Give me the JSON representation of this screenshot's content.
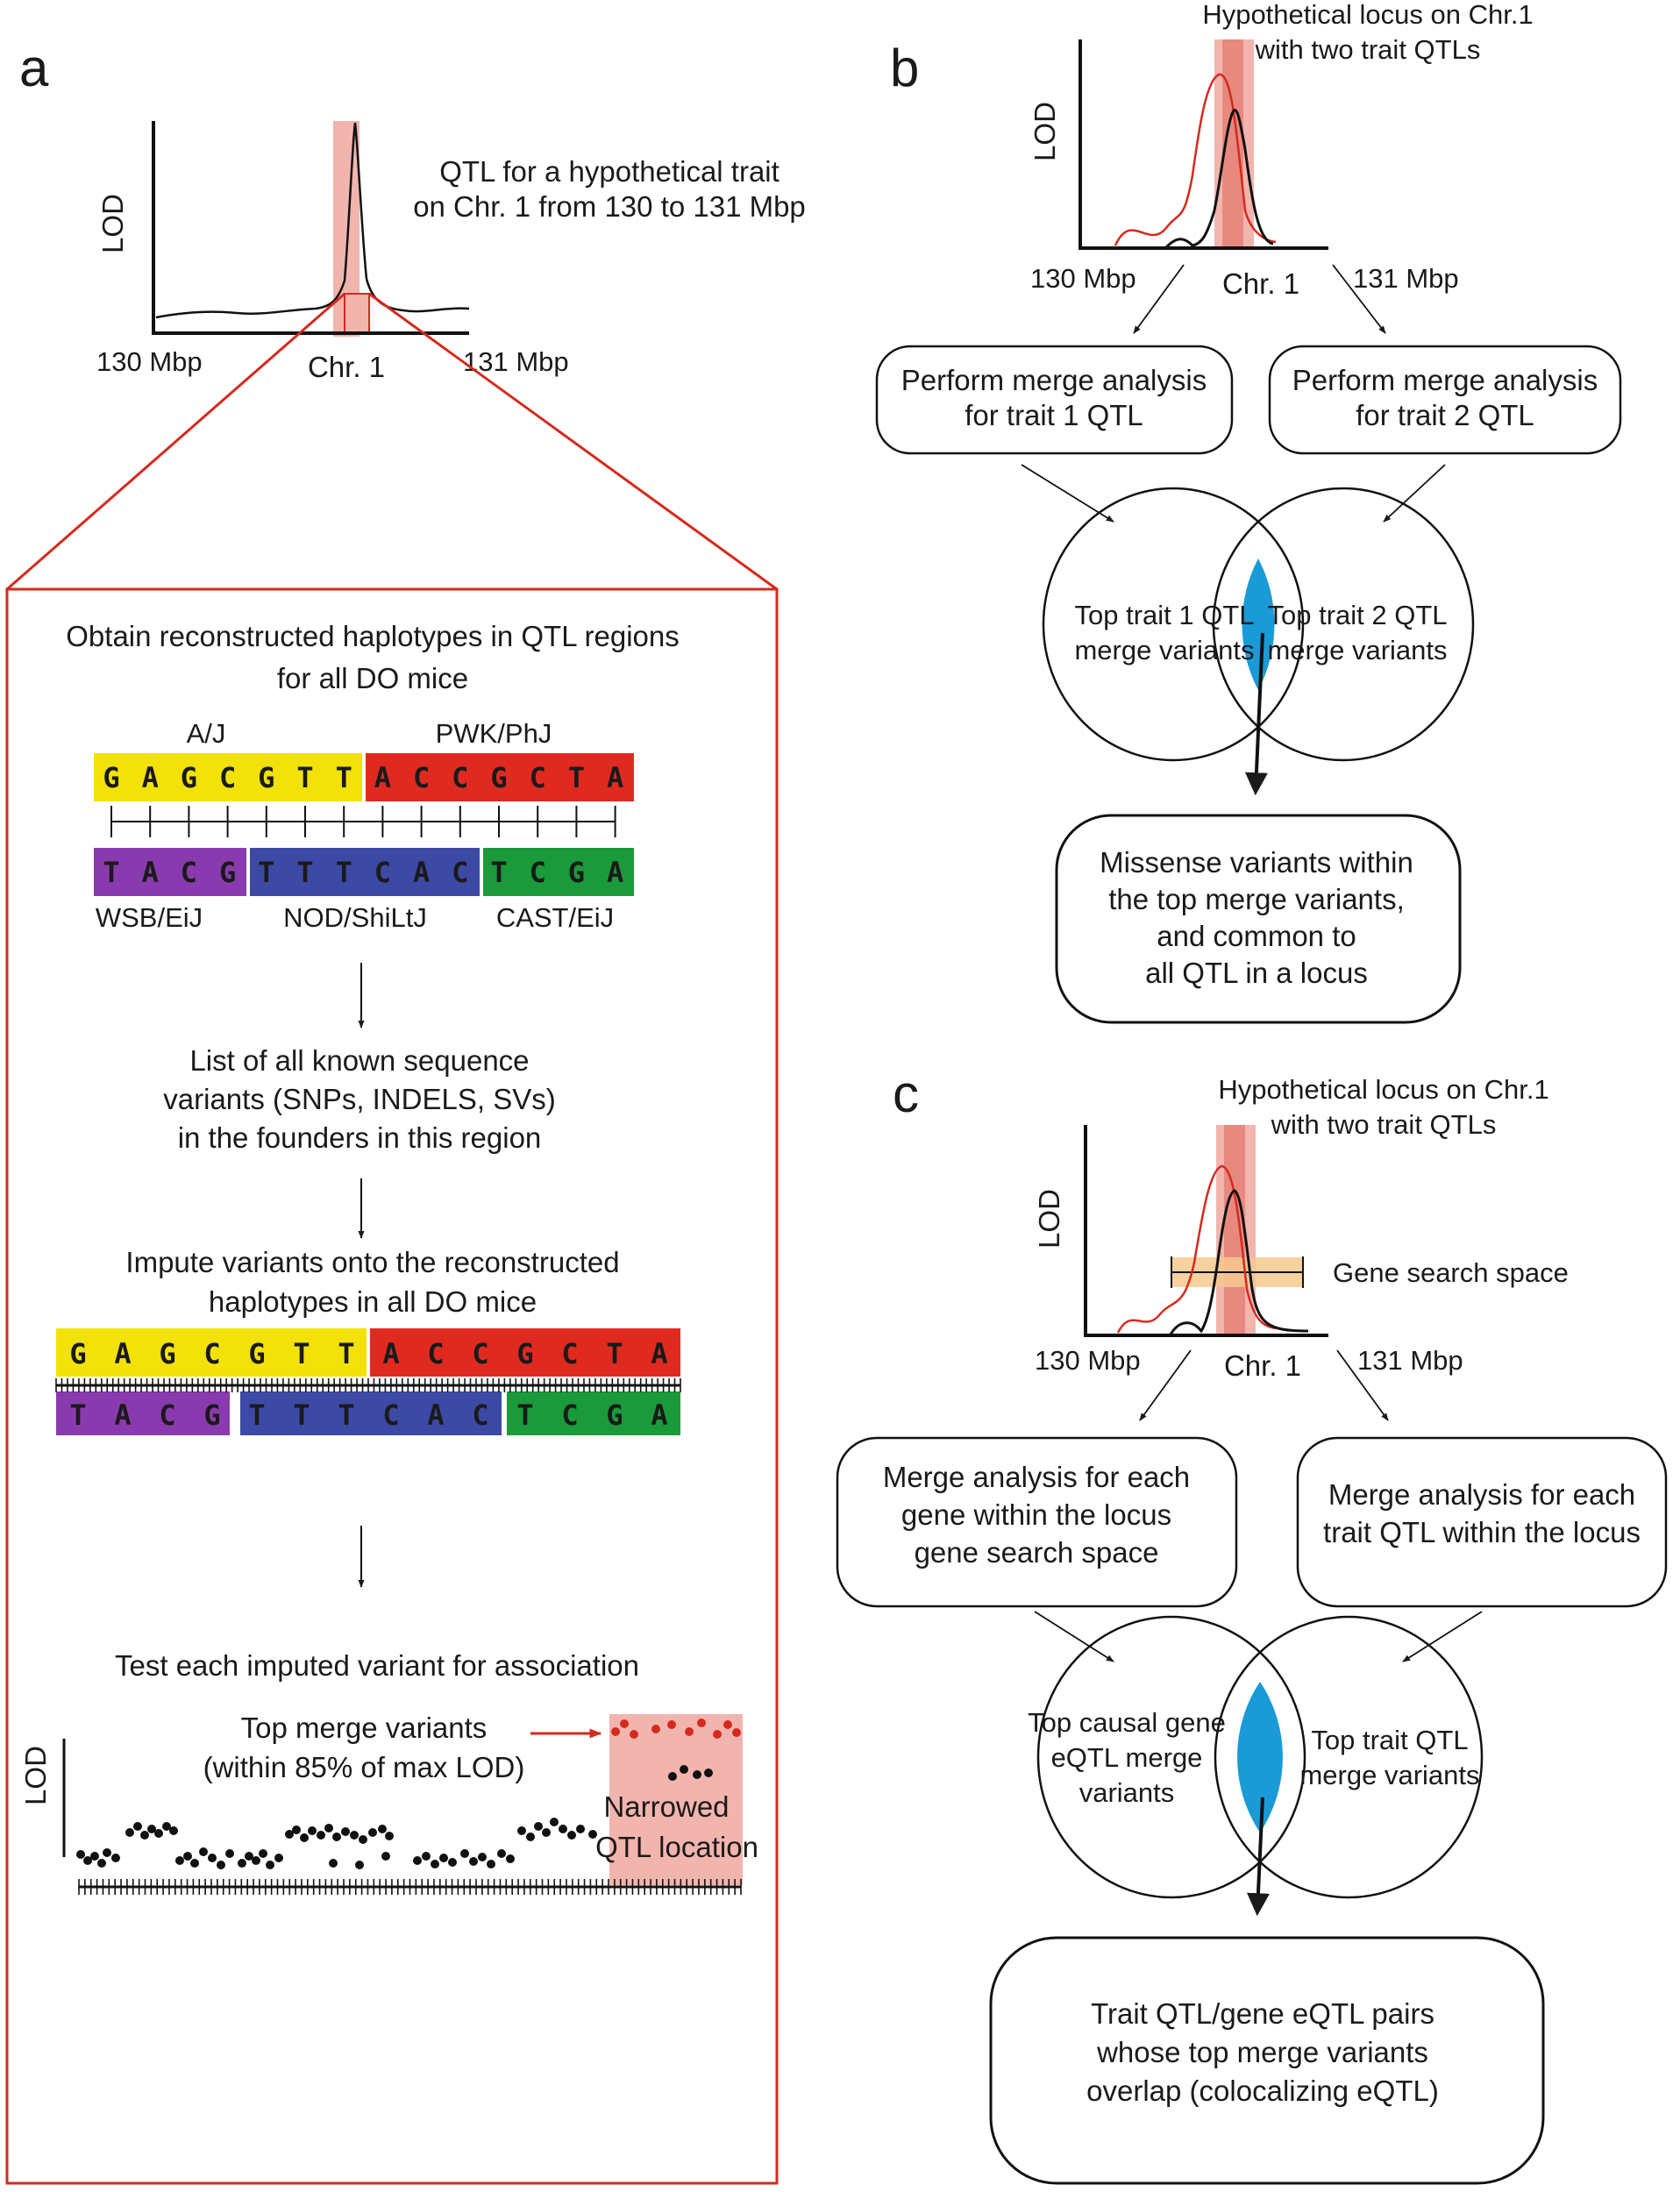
{
  "colors": {
    "red_line": "#d42a1e",
    "highlight_pink": "#f2b5ae",
    "highlight_red": "#e0645a",
    "venn_overlap": "#1a9bd7",
    "search_space": "#f6c98f",
    "base_yellow": "#f2e20a",
    "base_red": "#e02a20",
    "base_purple": "#8a3aaf",
    "base_blue": "#3c4aa6",
    "base_green": "#1a9a3a"
  },
  "panel_a": {
    "letter": "a",
    "lod_label": "LOD",
    "axis_left": "130 Mbp",
    "axis_mid": "Chr. 1",
    "axis_right": "131 Mbp",
    "qtl_caption_1": "QTL for a hypothetical trait",
    "qtl_caption_2": "on Chr. 1 from 130 to 131 Mbp",
    "step1_line1": "Obtain reconstructed haplotypes in QTL regions",
    "step1_line2": "for all DO mice",
    "founder_aj": "A/J",
    "founder_pwk": "PWK/PhJ",
    "founder_wsb": "WSB/EiJ",
    "founder_nod": "NOD/ShiLtJ",
    "founder_cast": "CAST/EiJ",
    "seq_top": [
      "G",
      "A",
      "G",
      "C",
      "G",
      "T",
      "T",
      "A",
      "C",
      "C",
      "G",
      "C",
      "T",
      "A"
    ],
    "seq_bottom": [
      "T",
      "A",
      "C",
      "G",
      "T",
      "T",
      "T",
      "C",
      "A",
      "C",
      "T",
      "C",
      "G",
      "A"
    ],
    "step2_line1": "List of all known sequence",
    "step2_line2": "variants (SNPs, INDELS, SVs)",
    "step2_line3": "in the founders in this region",
    "step3_line1": "Impute variants onto the reconstructed",
    "step3_line2": "haplotypes in all DO mice",
    "step4": "Test each imputed variant for association",
    "top_merge_1": "Top merge variants",
    "top_merge_2": "(within 85% of max LOD)",
    "narrowed_1": "Narrowed",
    "narrowed_2": "QTL location"
  },
  "panel_b": {
    "letter": "b",
    "title_1": "Hypothetical locus on Chr.1",
    "title_2": "with two trait QTLs",
    "lod_label": "LOD",
    "axis_left": "130 Mbp",
    "axis_mid": "Chr. 1",
    "axis_right": "131 Mbp",
    "box1_1": "Perform merge analysis",
    "box1_2": "for trait 1 QTL",
    "box2_1": "Perform merge analysis",
    "box2_2": "for trait 2 QTL",
    "venn_left_1": "Top trait 1 QTL",
    "venn_left_2": "merge variants",
    "venn_right_1": "Top trait 2 QTL",
    "venn_right_2": "merge variants",
    "result_1": "Missense variants within",
    "result_2": "the top merge variants,",
    "result_3": "and common to",
    "result_4": "all QTL in a locus"
  },
  "panel_c": {
    "letter": "c",
    "title_1": "Hypothetical locus on Chr.1",
    "title_2": "with two trait QTLs",
    "lod_label": "LOD",
    "search_label": "Gene search space",
    "axis_left": "130 Mbp",
    "axis_mid": "Chr. 1",
    "axis_right": "131 Mbp",
    "box1_1": "Merge analysis for each",
    "box1_2": "gene within the locus",
    "box1_3": "gene search space",
    "box2_1": "Merge analysis for each",
    "box2_2": "trait QTL within the locus",
    "venn_left_1": "Top causal gene",
    "venn_left_2": "eQTL merge",
    "venn_left_3": "variants",
    "venn_right_1": "Top trait QTL",
    "venn_right_2": "merge variants",
    "result_1": "Trait QTL/gene eQTL pairs",
    "result_2": "whose top merge variants",
    "result_3": "overlap (colocalizing eQTL)"
  }
}
